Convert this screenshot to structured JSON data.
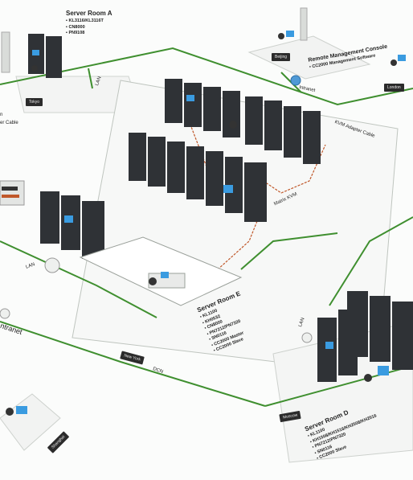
{
  "colors": {
    "network_line": "#3f8f2f",
    "kvm_cable": "#c0582a",
    "rack": "#2f3236",
    "screen": "#3a9be0",
    "floor": "#ffffff"
  },
  "rooms": {
    "a": {
      "title": "Server Room A",
      "items": [
        "KL3116/KL3116T",
        "CN8000",
        "PN9108"
      ],
      "badge": "Tokyo"
    },
    "d": {
      "title": "Server Room D",
      "items": [
        "KL1100",
        "KH1508/KH1516/KH2508/KH2516",
        "PN7212/PN7320",
        "SN0116",
        "CC2000 Slave"
      ],
      "badge": "Moscow"
    },
    "e": {
      "title": "Server Room E",
      "items": [
        "KL1100",
        "KH0532",
        "CN8000",
        "PN7212/PN7320",
        "SN0116",
        "CC2000 Master",
        "CC2000 Slave"
      ],
      "badge": "New York"
    }
  },
  "remote": {
    "title": "Remote Management Console",
    "item": "CC2000 Management Software",
    "badge_left": "Beijing",
    "badge_right": "London"
  },
  "labels": {
    "lan_top": "LAN",
    "lan_left": "LAN",
    "lan_right": "LAN",
    "intranet_top": "Intranet",
    "intranet_left": "ntranet",
    "kvm_adapter": "KVM Adapter Cable",
    "matrix": "Matrix KVM",
    "dcn": "DCN",
    "left_cable": "er Cable",
    "left_n": "n",
    "bottom_badge": "Shanghai"
  }
}
